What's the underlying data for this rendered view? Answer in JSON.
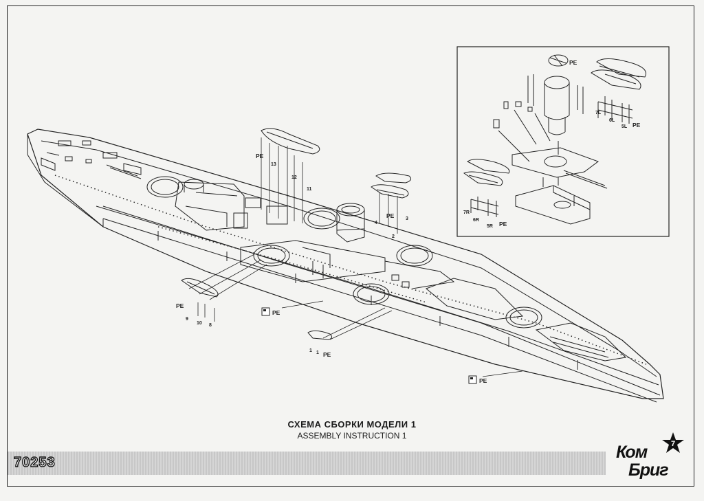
{
  "title_ru": "СХЕМА СБОРКИ МОДЕЛИ  1",
  "title_en": "ASSEMBLY INSTRUCTION  1",
  "catalog_number": "70253",
  "brand": {
    "line1": "Ком",
    "line2": "Бриг",
    "star_number": "7"
  },
  "part_labels": {
    "pe": "PE",
    "n1": "1",
    "n2": "2",
    "n3": "3",
    "n4": "4",
    "n8": "8",
    "n9": "9",
    "n10": "10",
    "n11": "11",
    "n12": "12",
    "n13": "13",
    "l5": "5L",
    "l6": "6L",
    "l7": "7L",
    "r5": "5R",
    "r6": "6R",
    "r7": "7R"
  }
}
